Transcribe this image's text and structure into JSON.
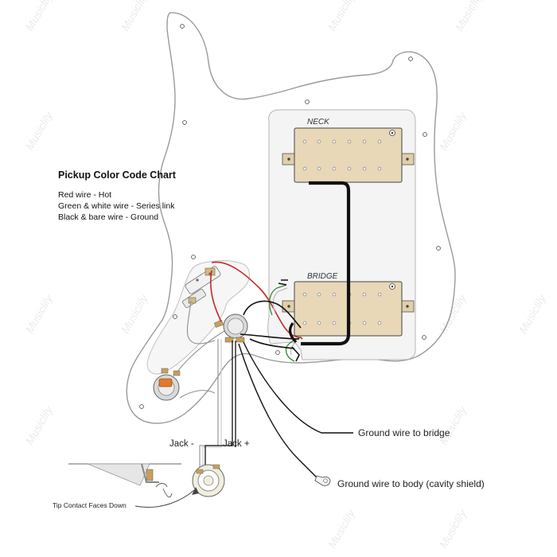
{
  "legend": {
    "title": "Pickup Color Code Chart",
    "lines": [
      "Red wire - Hot",
      "Green & white wire - Series link",
      "Black & bare wire - Ground"
    ]
  },
  "pickups": {
    "neck_label": "NECK",
    "bridge_label": "BRIDGE"
  },
  "labels": {
    "jack_minus": "Jack -",
    "jack_plus": "Jack +",
    "ground_bridge": "Ground wire to bridge",
    "ground_body": "Ground wire to body (cavity shield)",
    "tip_contact": "Tip Contact Faces Down"
  },
  "watermark": "Musiclily",
  "colors": {
    "hot_wire": "#c62828",
    "ground_wire": "#111111",
    "series_green": "#2e8b3a",
    "pickup_cover": "#e8d8b8",
    "pickguard": "#ffffff",
    "pickguard_outline": "#9a9a9a",
    "cavity": "#f2f2f2"
  },
  "icons": [
    "volume-pot-icon",
    "tone-pot-icon",
    "switch-icon",
    "ground-lug-icon",
    "jack-icon"
  ]
}
